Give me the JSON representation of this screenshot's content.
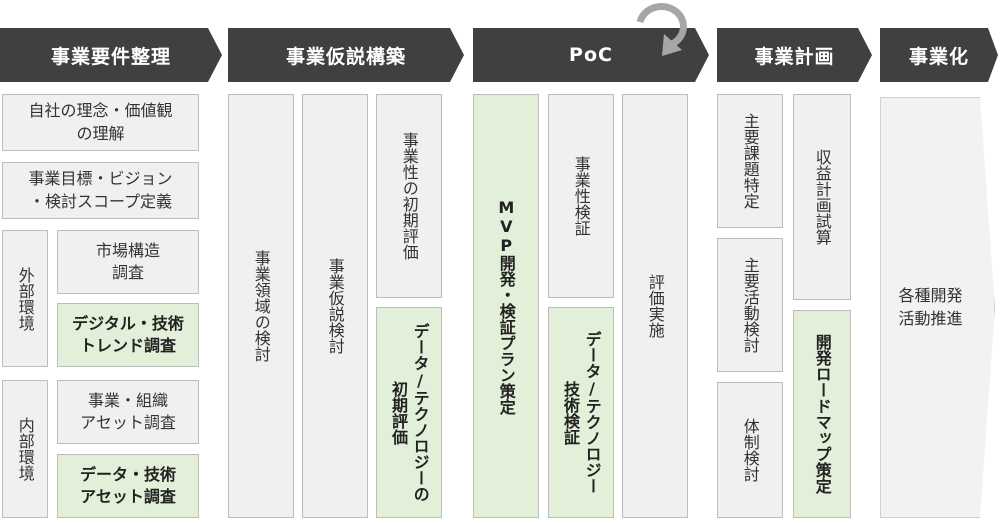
{
  "phases": [
    {
      "id": "p1",
      "label": "事業要件整理"
    },
    {
      "id": "p2",
      "label": "事業仮説構築"
    },
    {
      "id": "p3",
      "label": "PoC"
    },
    {
      "id": "p4",
      "label": "事業計画"
    },
    {
      "id": "p5",
      "label": "事業化"
    }
  ],
  "col1": {
    "vision": "自社の理念・価値観\nの理解",
    "goal": "事業目標・ビジョン\n・検討スコープ定義",
    "external": "外部環境",
    "market": "市場構造\n調査",
    "digital_trend": "デジタル・技術\nトレンド調査",
    "internal": "内部環境",
    "org_asset": "事業・組織\nアセット調査",
    "data_asset": "データ・技術\nアセット調査"
  },
  "col2": {
    "domain": "事業領域の検討",
    "hypothesis": "事業仮説検討",
    "initial_eval": "事業性の初期評価",
    "data_initial_eval": "データ/テクノロジーの\n初期評価"
  },
  "col3": {
    "mvp": "MVP開発・検証プラン策定",
    "viability": "事業性検証",
    "tech_verify": "データ/テクノロジー\n技術検証",
    "evaluation": "評価実施"
  },
  "col4": {
    "issues": "主要課題特定",
    "activities": "主要活動検討",
    "structure": "体制検討",
    "revenue": "収益計画試算",
    "roadmap": "開発ロードマップ策定"
  },
  "col5": {
    "promotion": "各種開発\n活動推進"
  },
  "colors": {
    "header": "#404040",
    "box": "#f0f0f0",
    "highlight": "#e2f0d9",
    "border": "#bdbdbd"
  }
}
